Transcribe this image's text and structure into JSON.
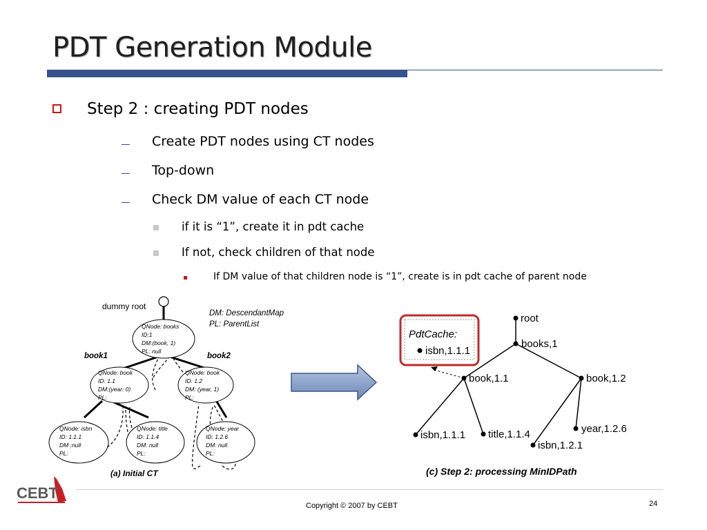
{
  "slide": {
    "title": "PDT Generation Module",
    "bullets": {
      "l1": "Step 2 : creating PDT nodes",
      "l2_a": "Create PDT nodes using CT nodes",
      "l2_b": "Top-down",
      "l2_c": "Check DM value of each CT node",
      "l3_a": "if it is “1”, create it in pdt cache",
      "l3_b": "If not, check children of that node",
      "l4_a": "If DM value of that children node is “1”, create is in pdt cache of parent node"
    },
    "footer": {
      "copyright": "Copyright © 2007 by CEBT",
      "page": "24"
    },
    "logo": {
      "text": "CEBT"
    },
    "colors": {
      "accent": "#34538c",
      "bullet_red": "#cc1414"
    }
  },
  "figure_left": {
    "caption": "(a) Initial CT",
    "dummy_root": "dummy root",
    "legend_dm": "DM: DescendantMap",
    "legend_pl": "PL: ParentList",
    "label_book1": "book1",
    "label_book2": "book2",
    "nodes": {
      "books": [
        "QNode: books",
        "ID:1",
        "DM:(book, 1)",
        "PL: null"
      ],
      "book1": [
        "QNode: book",
        "ID: 1.1",
        "DM:(year: 0)",
        "PL:"
      ],
      "book2": [
        "QNode: book",
        "ID: 1.2",
        "DM: (year, 1)",
        "PL:"
      ],
      "isbn": [
        "QNode: isbn",
        "ID: 1.1.1",
        "DM :null",
        "PL:"
      ],
      "title": [
        "QNode: title",
        "ID: 1.1.4",
        "DM: null",
        "PL:"
      ],
      "year": [
        "QNode: year",
        "ID: 1.2.6",
        "DM: null",
        "PL:"
      ]
    }
  },
  "figure_right": {
    "caption": "(c) Step 2: processing MinIDPath",
    "cache_label": "PdtCache:",
    "cache_entry": "isbn,1.1.1",
    "nodes": {
      "root": "root",
      "books": "books,1",
      "book11": "book,1.1",
      "book12": "book,1.2",
      "isbn111": "isbn,1.1.1",
      "title114": "title,1.1.4",
      "isbn121": "isbn,1.2.1",
      "year126": "year,1.2.6"
    }
  }
}
